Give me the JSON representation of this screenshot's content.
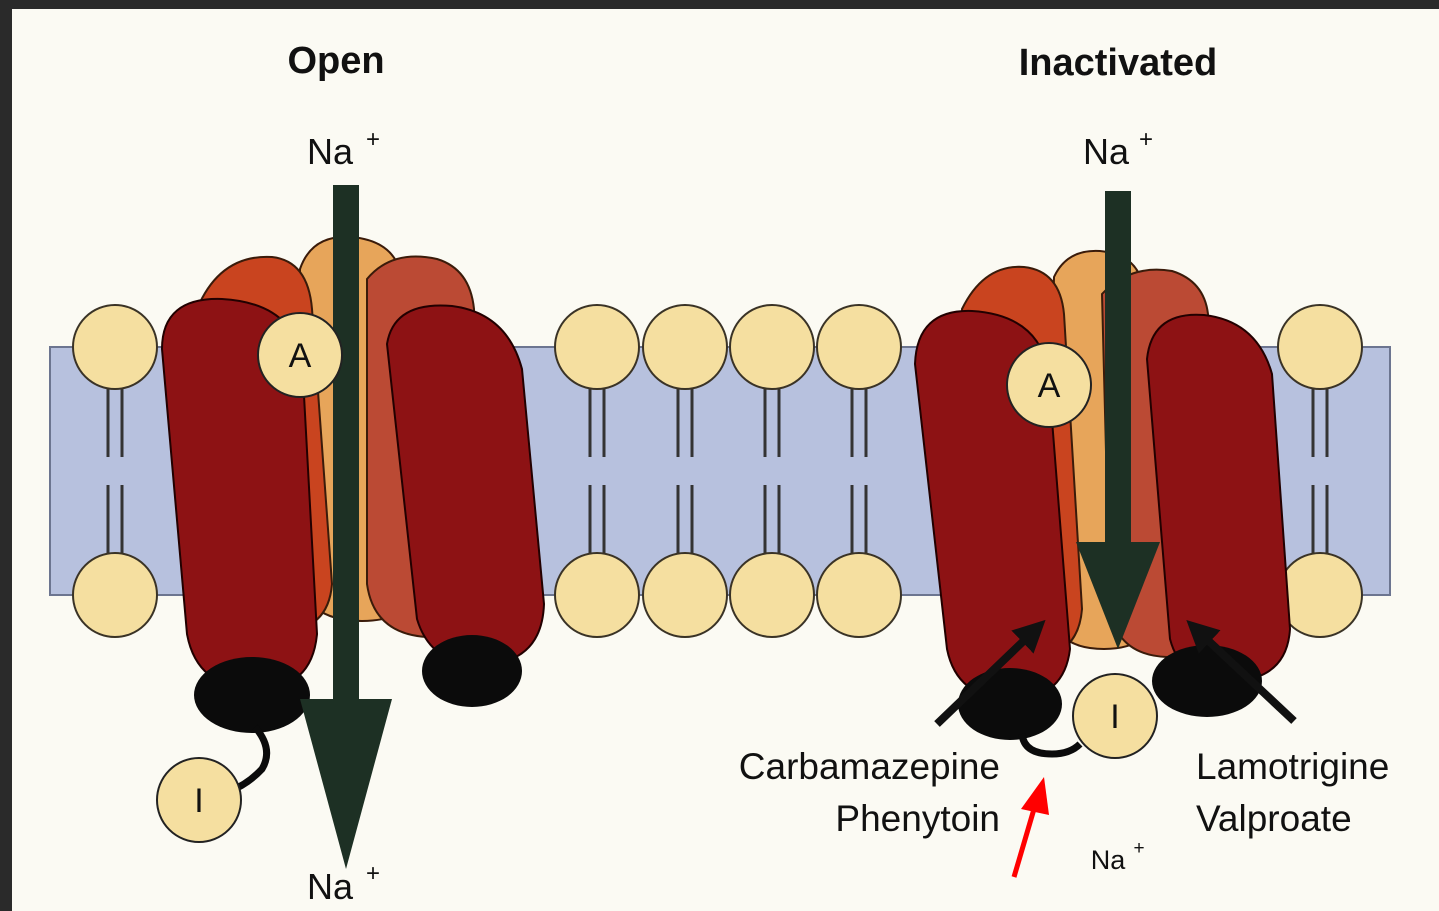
{
  "states": {
    "open": {
      "title": "Open",
      "na_top": "Na",
      "na_bottom": "Na",
      "charge": "+",
      "gate_a": "A",
      "gate_i": "I"
    },
    "inactivated": {
      "title": "Inactivated",
      "na_top": "Na",
      "na_bottom": "Na",
      "charge": "+",
      "gate_a": "A",
      "gate_i": "I"
    }
  },
  "drugs": {
    "left": [
      "Carbamazepine",
      "Phenytoin"
    ],
    "right": [
      "Lamotrigine",
      "Valproate"
    ]
  },
  "colors": {
    "membrane": "#b7c1de",
    "lipid_head": "#f5dfa0",
    "channel_dark": "#8d1214",
    "channel_mid": "#c9441f",
    "channel_light": "#e7a55a",
    "ion_arrow": "#1d3024",
    "pointer_arrow": "#ff0000"
  }
}
